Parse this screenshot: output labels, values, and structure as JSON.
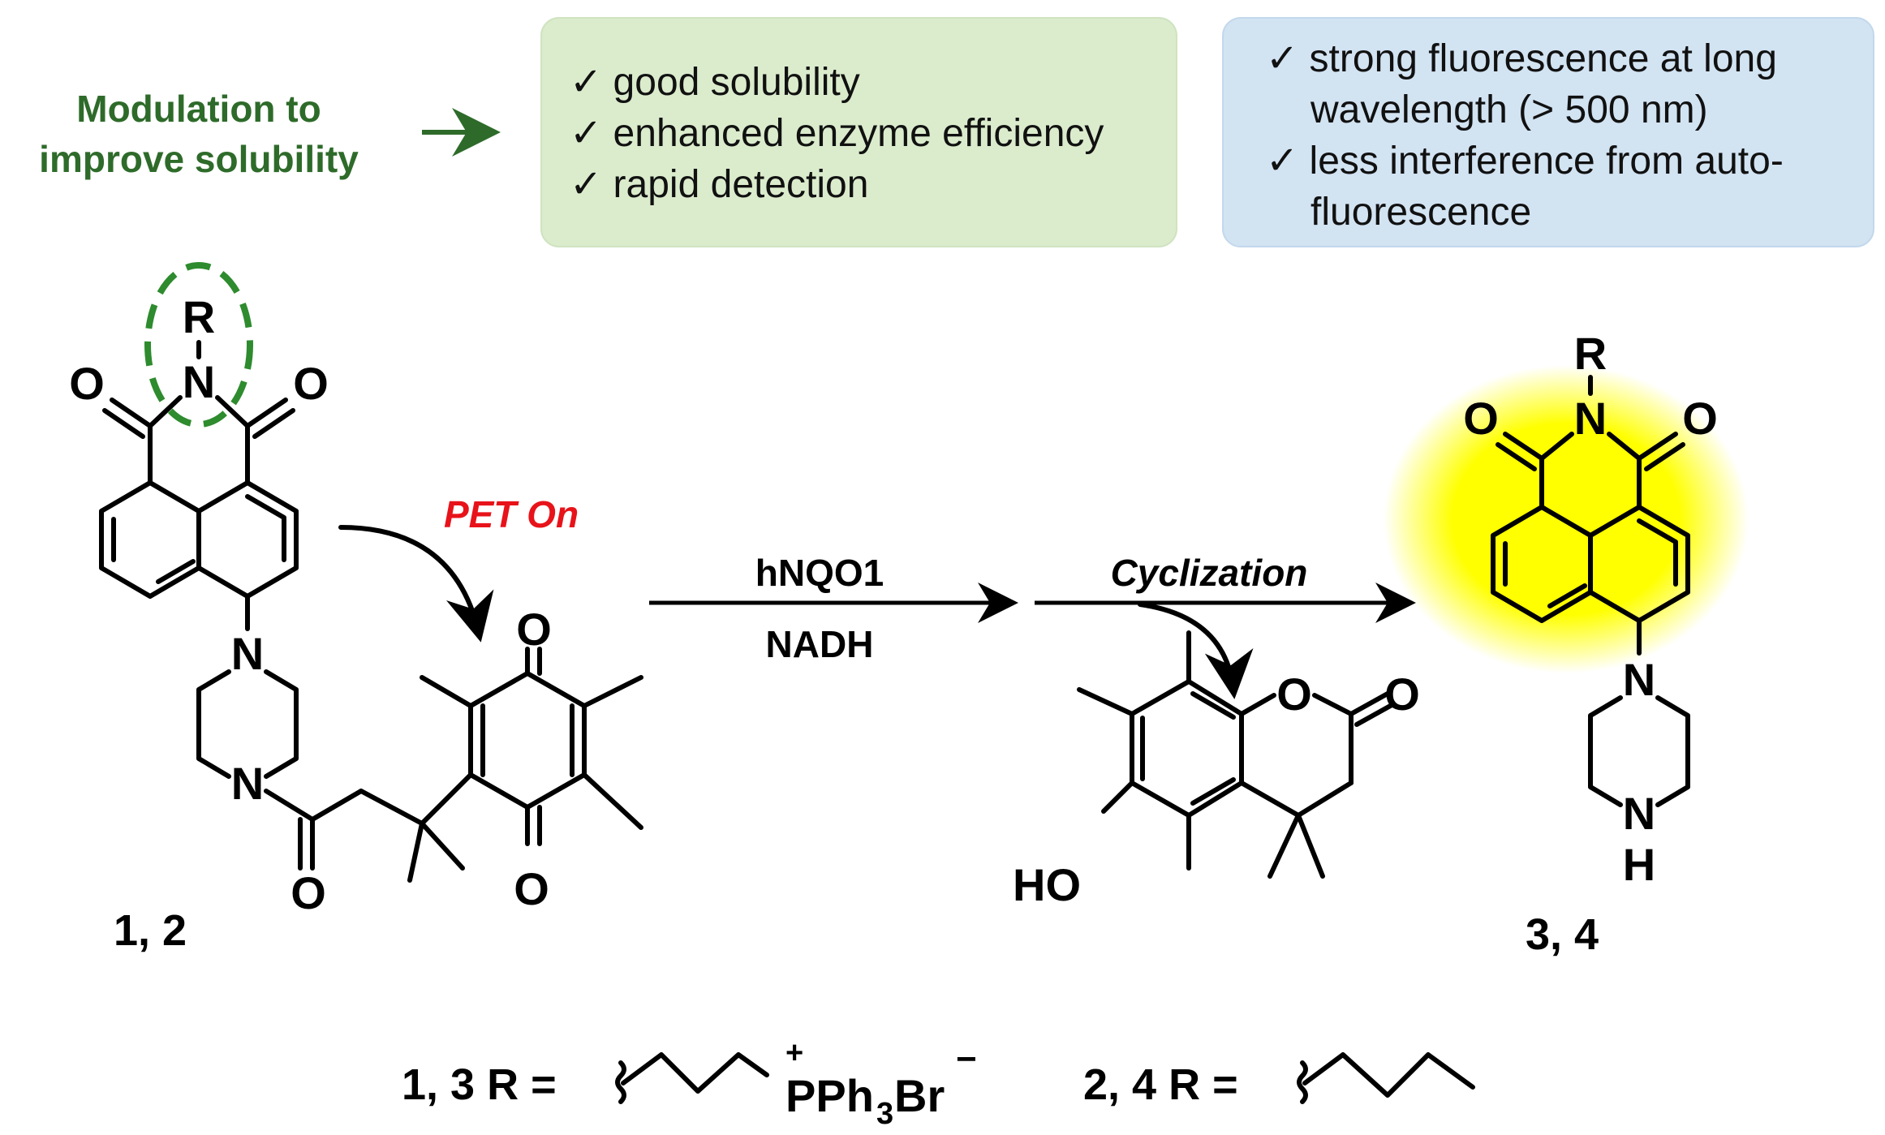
{
  "modulation": {
    "line1": "Modulation to",
    "line2": "improve solubility",
    "color": "#2e6b2a"
  },
  "green_box": {
    "color": "#dbeccd",
    "items": [
      "✓ good solubility",
      "✓ enhanced enzyme efficiency",
      "✓ rapid detection"
    ]
  },
  "blue_box": {
    "color": "#d2e3f2",
    "lines": [
      "✓ strong fluorescence at long",
      "wavelength (> 500 nm)",
      "✓ less interference from auto-",
      "fluorescence"
    ]
  },
  "reaction": {
    "pet_label": "PET On",
    "pet_color": "#e8131a",
    "arrow1_above": "hNQO1",
    "arrow1_below": "NADH",
    "arrow2_above": "Cyclization"
  },
  "compounds": {
    "reactant_label": "1, 2",
    "product_label": "3, 4",
    "highlight_color": "#ffff00"
  },
  "atoms": {
    "O": "O",
    "N": "N",
    "R": "R",
    "HO": "HO",
    "H": "H"
  },
  "legend": {
    "left_label": "1, 3 R =",
    "left_group": "PPh",
    "left_sub": "3",
    "left_br": "Br",
    "plus": "+",
    "minus": "−",
    "right_label": "2, 4 R ="
  }
}
